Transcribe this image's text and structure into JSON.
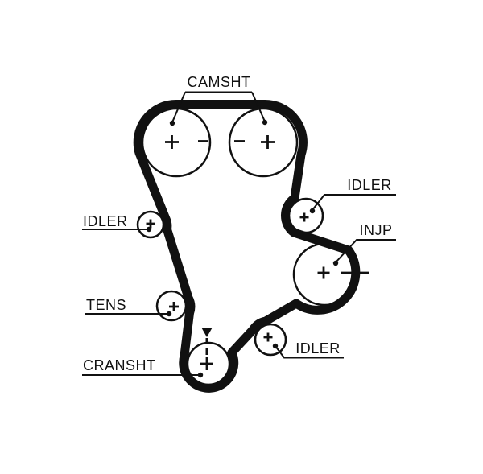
{
  "diagram": {
    "kind": "timing-belt-routing-diagram",
    "colors": {
      "background": "#ffffff",
      "line": "#111111"
    },
    "labels": {
      "camshaft": "CAMSHT",
      "idler_top_right": "IDLER",
      "injection_pump": "INJP",
      "idler_left": "IDLER",
      "tensioner": "TENS",
      "crankshaft": "CRANSHT",
      "idler_bottom_right": "IDLER"
    },
    "pulleys": [
      {
        "name": "camshaft-left",
        "marks": [
          "+",
          "-"
        ]
      },
      {
        "name": "camshaft-right",
        "marks": [
          "-",
          "+"
        ]
      },
      {
        "name": "idler-left",
        "marks": [
          "+"
        ]
      },
      {
        "name": "idler-top-right",
        "marks": [
          "+"
        ]
      },
      {
        "name": "injection-pump",
        "marks": [
          "+",
          "-"
        ]
      },
      {
        "name": "tensioner",
        "marks": [
          "+"
        ]
      },
      {
        "name": "crankshaft",
        "marks": [
          "+"
        ],
        "timing_arrow": "▼"
      },
      {
        "name": "idler-bottom-right",
        "marks": [
          "+"
        ]
      }
    ]
  }
}
